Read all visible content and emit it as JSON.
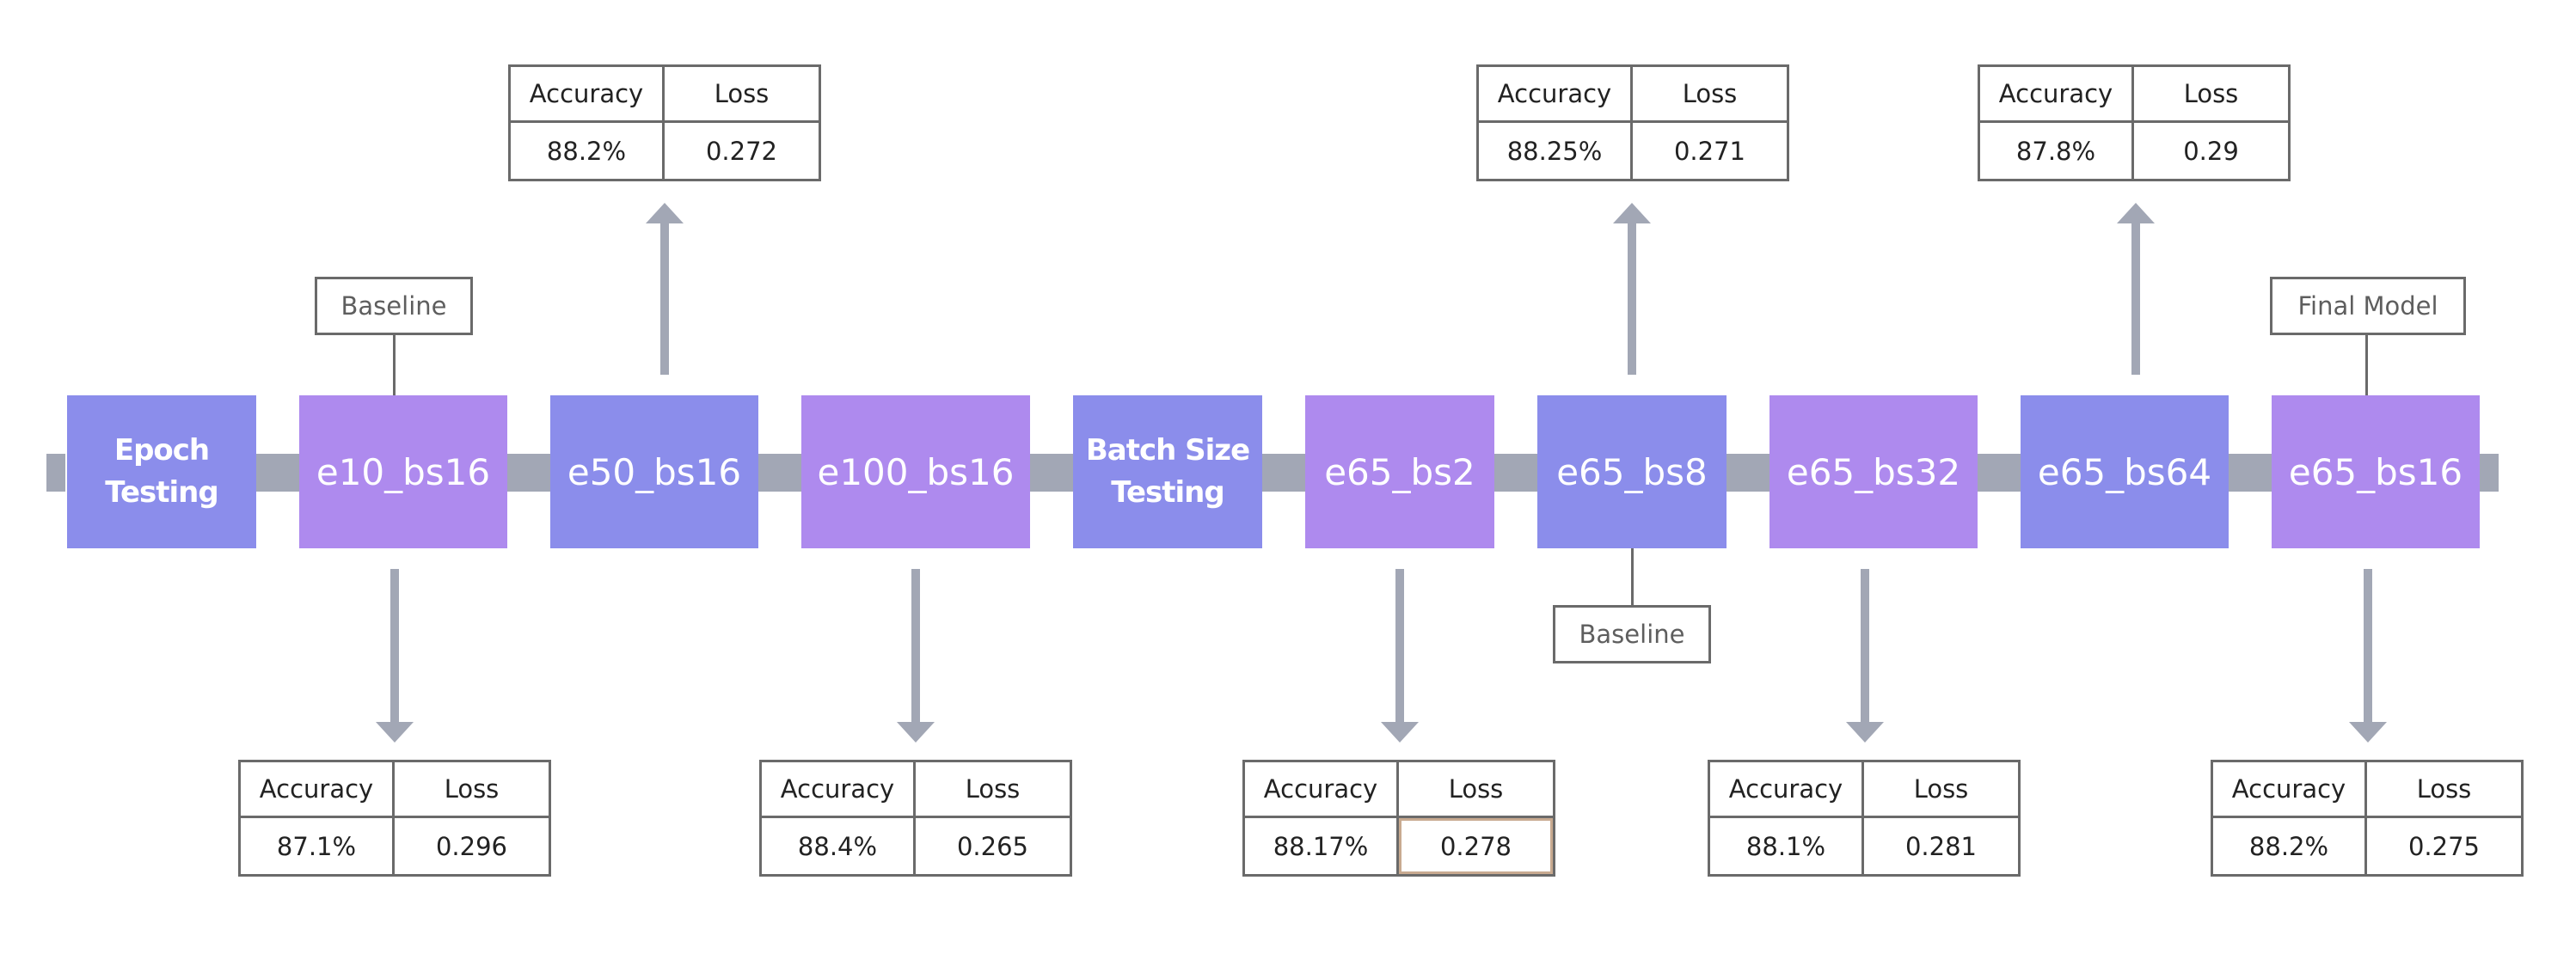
{
  "timeline": {
    "colors": {
      "blue": "#8b8deb",
      "purple": "#ae8aee",
      "connector": "#a2a7b5",
      "border": "#6a6a6a",
      "highlight": "#c8aa90"
    },
    "stages": [
      {
        "key": "epoch",
        "label": "Epoch Testing",
        "color": "blue"
      },
      {
        "key": "batch",
        "label": "Batch Size Testing",
        "color": "blue"
      }
    ],
    "models": [
      {
        "key": "e10_bs16",
        "label": "e10_bs16",
        "color": "purple",
        "tag": "Baseline",
        "tag_position": "above",
        "metrics_position": "below",
        "accuracy": "87.1%",
        "loss": "0.296"
      },
      {
        "key": "e50_bs16",
        "label": "e50_bs16",
        "color": "blue",
        "metrics_position": "above",
        "accuracy": "88.2%",
        "loss": "0.272"
      },
      {
        "key": "e100_bs16",
        "label": "e100_bs16",
        "color": "purple",
        "metrics_position": "below",
        "accuracy": "88.4%",
        "loss": "0.265"
      },
      {
        "key": "e65_bs2",
        "label": "e65_bs2",
        "color": "purple",
        "metrics_position": "below",
        "accuracy": "88.17%",
        "loss": "0.278",
        "loss_highlighted": true
      },
      {
        "key": "e65_bs8",
        "label": "e65_bs8",
        "color": "blue",
        "tag": "Baseline",
        "tag_position": "below",
        "metrics_position": "above",
        "accuracy": "88.25%",
        "loss": "0.271"
      },
      {
        "key": "e65_bs32",
        "label": "e65_bs32",
        "color": "purple",
        "metrics_position": "below",
        "accuracy": "88.1%",
        "loss": "0.281"
      },
      {
        "key": "e65_bs64",
        "label": "e65_bs64",
        "color": "blue",
        "metrics_position": "above",
        "accuracy": "87.8%",
        "loss": "0.29"
      },
      {
        "key": "e65_bs16",
        "label": "e65_bs16",
        "color": "purple",
        "tag": "Final Model",
        "tag_position": "above",
        "metrics_position": "below",
        "accuracy": "88.2%",
        "loss": "0.275"
      }
    ],
    "metric_headers": {
      "accuracy": "Accuracy",
      "loss": "Loss"
    }
  }
}
